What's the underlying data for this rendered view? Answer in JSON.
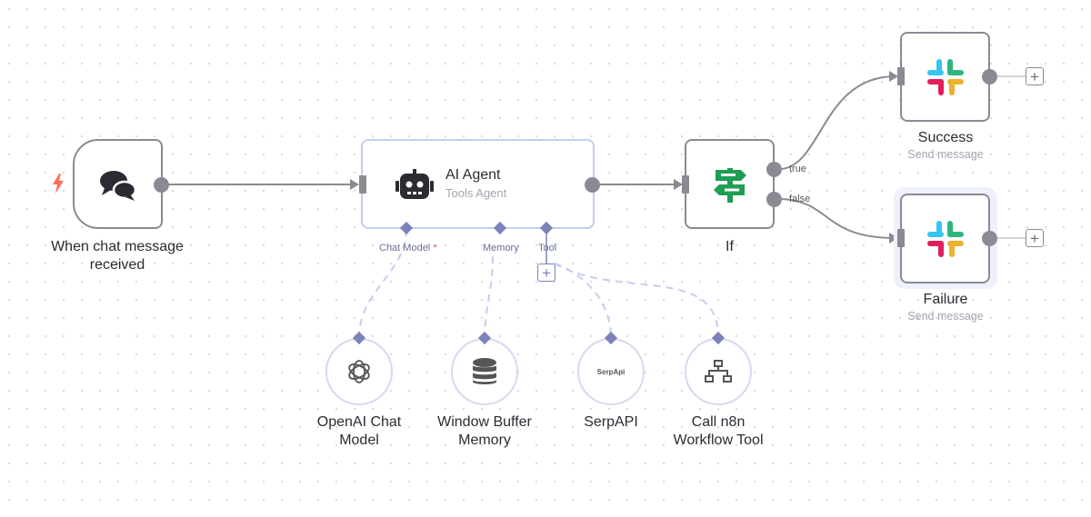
{
  "canvas": {
    "background": "#ffffff",
    "edge_color": "#8a8a94",
    "sub_edge_color": "#c7cdf0"
  },
  "nodes": {
    "trigger": {
      "title": "When chat message received",
      "icon": "chat-bubbles-icon",
      "indicator_icon": "lightning-bolt-icon",
      "indicator_color": "#ff6d5a"
    },
    "agent": {
      "title": "AI Agent",
      "subtitle": "Tools Agent",
      "icon": "robot-icon",
      "ports": {
        "chat_model": "Chat Model",
        "chat_model_required": "*",
        "memory": "Memory",
        "tool": "Tool"
      }
    },
    "if": {
      "title": "If",
      "icon": "signpost-icon",
      "icon_color": "#1f9d55",
      "outputs": {
        "true": "true",
        "false": "false"
      }
    },
    "success": {
      "title": "Success",
      "subtitle": "Send message",
      "icon": "slack-icon"
    },
    "failure": {
      "title": "Failure",
      "subtitle": "Send message",
      "icon": "slack-icon"
    }
  },
  "sub_nodes": {
    "openai": {
      "title_line1": "OpenAI Chat",
      "title_line2": "Model",
      "icon": "openai-icon"
    },
    "memory": {
      "title_line1": "Window Buffer",
      "title_line2": "Memory",
      "icon": "database-icon"
    },
    "serpapi": {
      "title_line1": "SerpAPI",
      "icon_text": "SerpApi"
    },
    "workflow_tool": {
      "title_line1": "Call n8n",
      "title_line2": "Workflow Tool",
      "icon": "network-icon"
    }
  },
  "buttons": {
    "add_symbol": "+"
  }
}
